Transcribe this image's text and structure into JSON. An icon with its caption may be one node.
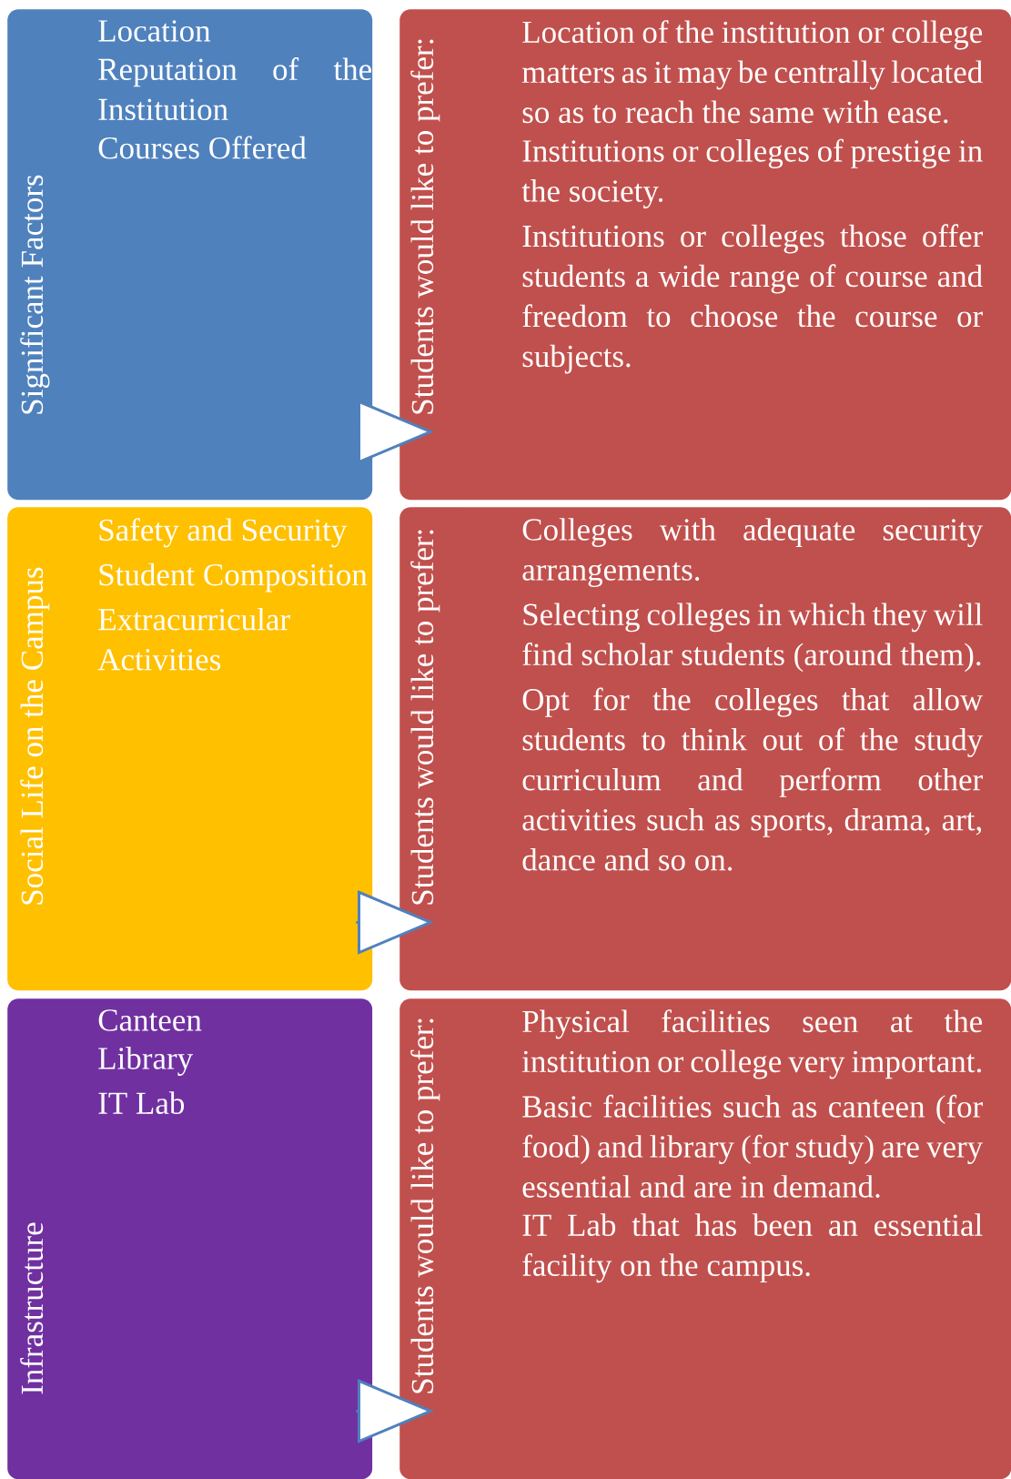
{
  "diagram": {
    "nodes": [
      {
        "text": [
          "Significant Factors",
          "Location",
          "Reputation of the Institution",
          "Courses Offered"
        ]
      },
      {
        "text": [
          "Students would like to prefer:",
          "Location of the institution or college matters as it may be centrally located so as to reach the same with ease.",
          "Institutions or colleges of prestige in the society.",
          "Institutions or colleges those offer students a wide range of course and freedom to choose the course or subjects."
        ]
      },
      {
        "text": [
          "Social Life on the Campus",
          "Safety and Security",
          "Student Composition",
          "Extracurricular Activities"
        ]
      },
      {
        "text": [
          "Students would like to prefer:",
          "Colleges with adequate security arrangements.",
          "Selecting colleges in which they will find scholar students (around them).",
          "Opt for the colleges that allow students to think out of the study curriculum and perform other activities such as sports, drama, art, dance and so on."
        ]
      },
      {
        "text": [
          "Infrastructure",
          "Canteen",
          "Library",
          "IT Lab"
        ]
      },
      {
        "text": [
          "Students would like to prefer:",
          "Physical facilities seen at the institution or college very important.",
          "Basic facilities such as canteen (for food) and library (for study) are very essential and are in demand.",
          "IT Lab that has been an essential facility on the campus."
        ]
      }
    ],
    "edges": [
      {
        "from": 0,
        "to": 1,
        "arrow": "to"
      },
      {
        "from": 2,
        "to": 3,
        "arrow": "to"
      },
      {
        "from": 4,
        "to": 5,
        "arrow": "to"
      }
    ]
  }
}
